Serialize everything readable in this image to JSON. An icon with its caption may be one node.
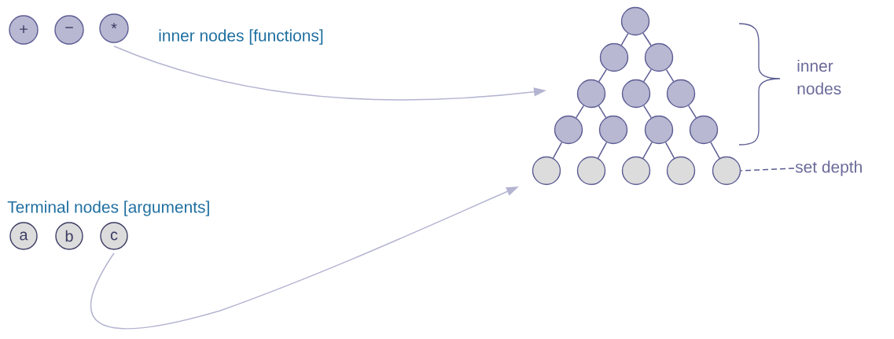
{
  "diagram": {
    "nodes": [
      {
        "text": [
          "+"
        ]
      },
      {
        "text": [
          "−"
        ]
      },
      {
        "text": [
          "*"
        ]
      },
      {
        "text": [
          "a"
        ]
      },
      {
        "text": [
          "b"
        ]
      },
      {
        "text": [
          "c"
        ]
      },
      {
        "text": [],
        "shape": "circle"
      },
      {
        "text": [],
        "shape": "circle"
      },
      {
        "text": [],
        "shape": "circle"
      },
      {
        "text": [],
        "shape": "circle"
      },
      {
        "text": [],
        "shape": "circle"
      },
      {
        "text": [],
        "shape": "circle"
      },
      {
        "text": [],
        "shape": "circle"
      },
      {
        "text": [],
        "shape": "circle"
      },
      {
        "text": [],
        "shape": "circle"
      },
      {
        "text": [],
        "shape": "circle"
      },
      {
        "text": [],
        "shape": "circle"
      },
      {
        "text": [],
        "shape": "circle"
      },
      {
        "text": [],
        "shape": "circle"
      },
      {
        "text": [],
        "shape": "circle"
      },
      {
        "text": [],
        "shape": "circle"
      },
      {
        "text": [
          "set depth"
        ]
      }
    ],
    "edges": [
      {
        "from": 6,
        "to": 7,
        "arrow": "none"
      },
      {
        "from": 6,
        "to": 8,
        "arrow": "none"
      },
      {
        "from": 7,
        "to": 9,
        "arrow": "none"
      },
      {
        "from": 8,
        "to": 10,
        "arrow": "none"
      },
      {
        "from": 8,
        "to": 11,
        "arrow": "none"
      },
      {
        "from": 9,
        "to": 12,
        "arrow": "none"
      },
      {
        "from": 9,
        "to": 13,
        "arrow": "none"
      },
      {
        "from": 10,
        "to": 14,
        "arrow": "none"
      },
      {
        "from": 11,
        "to": 15,
        "arrow": "none"
      },
      {
        "from": 12,
        "to": 16,
        "arrow": "none"
      },
      {
        "from": 13,
        "to": 17,
        "arrow": "none"
      },
      {
        "from": 14,
        "to": 18,
        "arrow": "none"
      },
      {
        "from": 14,
        "to": 19,
        "arrow": "none"
      },
      {
        "from": 15,
        "to": 20,
        "arrow": "none"
      },
      {
        "from": 2,
        "to": null,
        "arrow": "to",
        "color": "#b4b4d2"
      },
      {
        "from": 5,
        "to": null,
        "arrow": "to",
        "color": "#b4b4d2"
      },
      {
        "from": 21,
        "to": 20,
        "arrow": "none",
        "style": "dashed"
      }
    ],
    "labels": [
      "inner nodes [functions]",
      "Terminal nodes [arguments]",
      "inner nodes"
    ]
  }
}
